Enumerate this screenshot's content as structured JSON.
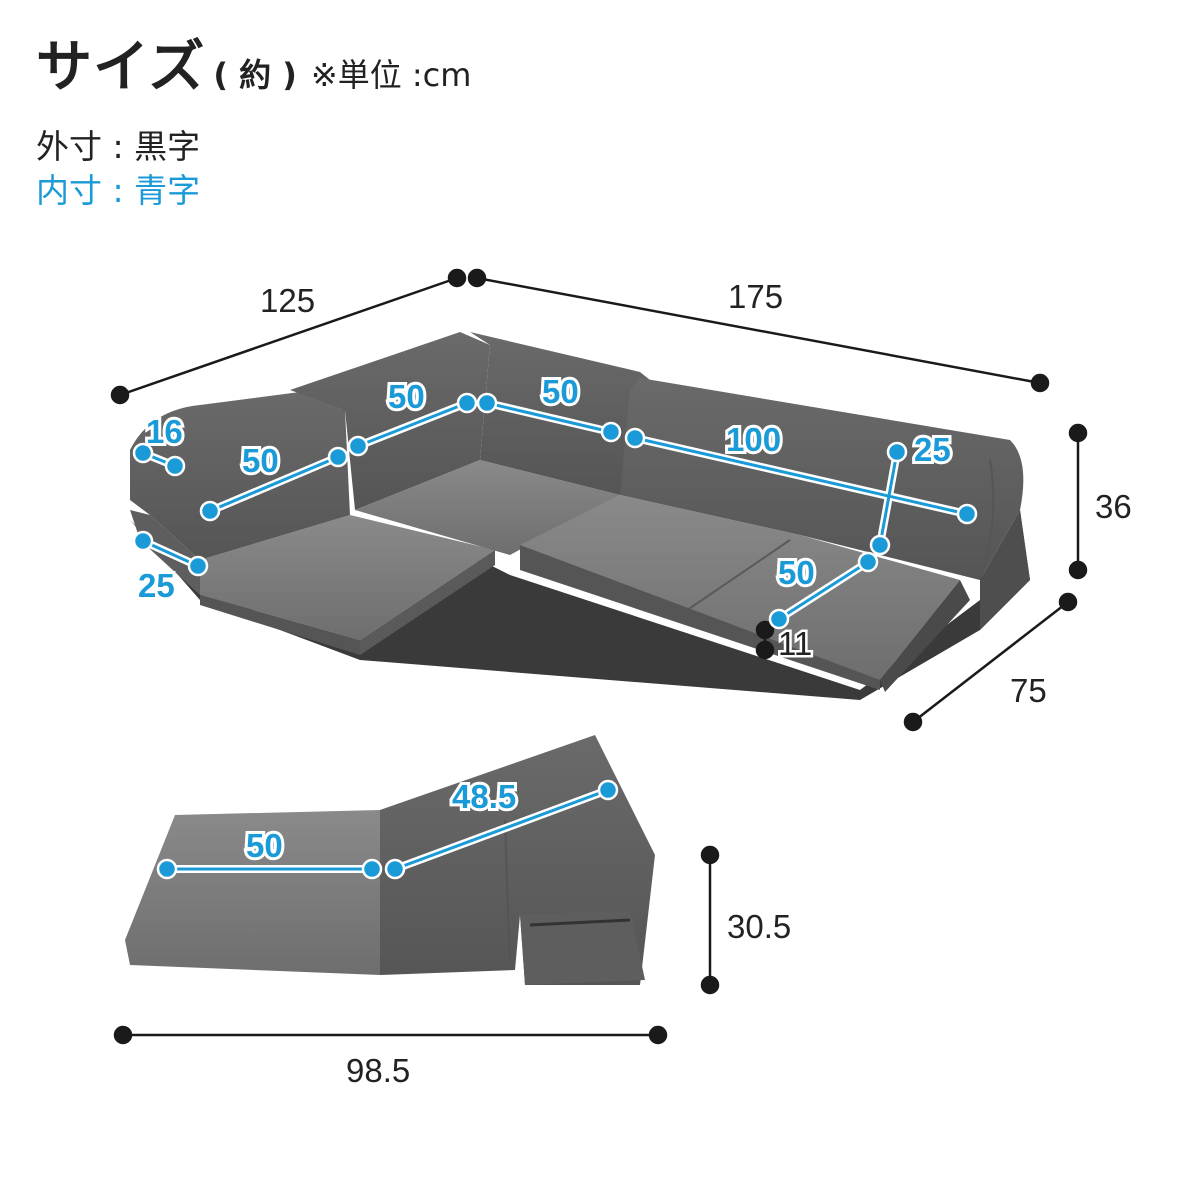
{
  "header": {
    "title": "サイズ",
    "paren": "( 約 )",
    "unit_note": "※単位 :cm"
  },
  "legend": {
    "outer": "外寸 : 黒字",
    "inner": "内寸 : 青字"
  },
  "colors": {
    "outer_dimension": "#222222",
    "inner_dimension": "#1a9ad6",
    "sofa_fabric": "#737373"
  },
  "sofa_dimensions": {
    "outer": {
      "left_depth": "125",
      "right_width": "175",
      "height": "36",
      "seat_depth": "75",
      "seat_thickness": "11"
    },
    "inner": {
      "arm_width": "16",
      "arm_depth": "25",
      "left_backrest": "50",
      "corner_left_backrest": "50",
      "corner_right_backrest": "50",
      "right_backrest": "100",
      "right_arm_top": "25",
      "right_seat": "50"
    }
  },
  "chair_dimensions": {
    "outer": {
      "height": "30.5",
      "length": "98.5"
    },
    "inner": {
      "seat": "50",
      "backrest": "48.5"
    }
  }
}
